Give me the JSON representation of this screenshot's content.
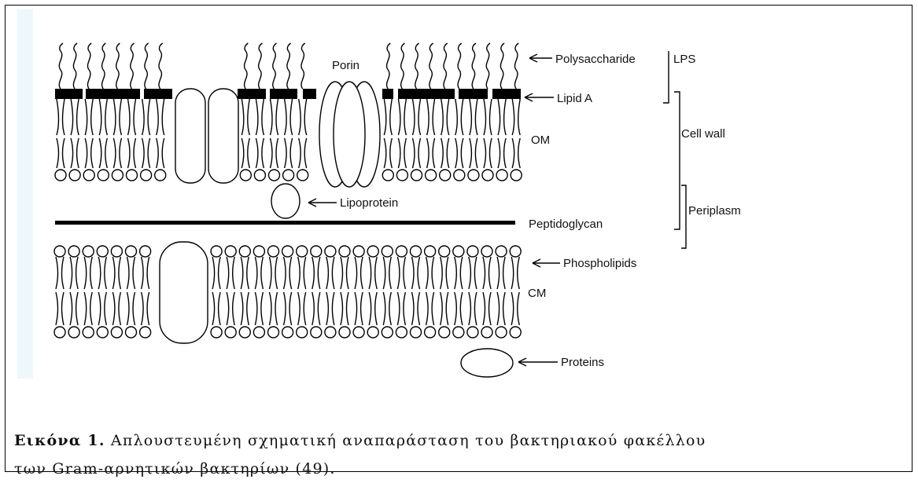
{
  "labels": {
    "porin": "Porin",
    "polysaccharide": "Polysaccharide",
    "lps": "LPS",
    "lipid_a": "Lipid A",
    "om": "OM",
    "cell_wall": "Cell wall",
    "lipoprotein": "Lipoprotein",
    "periplasm": "Periplasm",
    "peptidoglycan": "Peptidoglycan",
    "phospholipids": "Phospholipids",
    "cm": "CM",
    "proteins": "Proteins"
  },
  "caption": {
    "figure_label": "Εικόνα 1.",
    "line1": "Απλουστευμένη σχηματική αναπαράσταση του βακτηριακού φακέλλου",
    "line2": "των  Gram-αρνητικών βακτηρίων (49)."
  }
}
